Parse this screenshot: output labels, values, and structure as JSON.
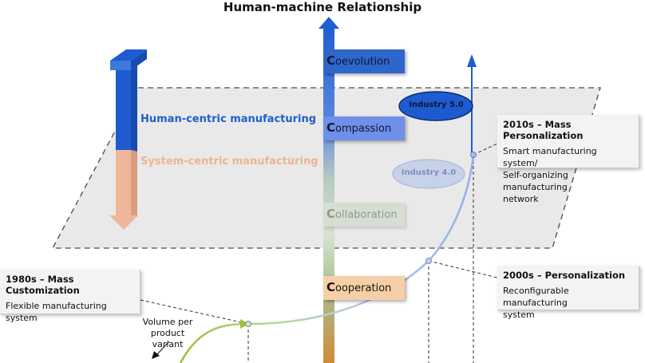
{
  "title": "Human-machine Relationship",
  "paradigms": {
    "human_centric": "Human-centric manufacturing",
    "system_centric": "System-centric manufacturing"
  },
  "stages": [
    {
      "initial": "C",
      "rest": "oevolution"
    },
    {
      "initial": "C",
      "rest": "ompassion"
    },
    {
      "initial": "C",
      "rest": "ollaboration"
    },
    {
      "initial": "C",
      "rest": "ooperation"
    }
  ],
  "industries": {
    "industry_5": "Industry 5.0",
    "industry_4": "Industry 4.0"
  },
  "callouts": {
    "c2010": {
      "title": "2010s – Mass Personalization",
      "lines": [
        "Smart manufacturing system/",
        "Self-organizing manufacturing",
        "network"
      ]
    },
    "c2000": {
      "title": "2000s – Personalization",
      "lines": [
        "Reconfigurable manufacturing",
        "system"
      ]
    },
    "c1980": {
      "title": "1980s – Mass Customization",
      "lines": [
        "Flexible manufacturing system"
      ]
    }
  },
  "volume_label": [
    "Volume per",
    "product variant"
  ],
  "colors": {
    "human_blue": "#1f5fc9",
    "system_peach": "#efb48e",
    "coevolution": "#2e66cc",
    "compassion": "#6f8fe8",
    "collaboration": "#d6ded2",
    "cooperation": "#f5cfa8",
    "industry_5_fill": "#1e5bd0",
    "industry_4_fill": "#c9d2ea",
    "curve_green": "#a9c94a",
    "curve_blue": "#a9bfe6"
  }
}
